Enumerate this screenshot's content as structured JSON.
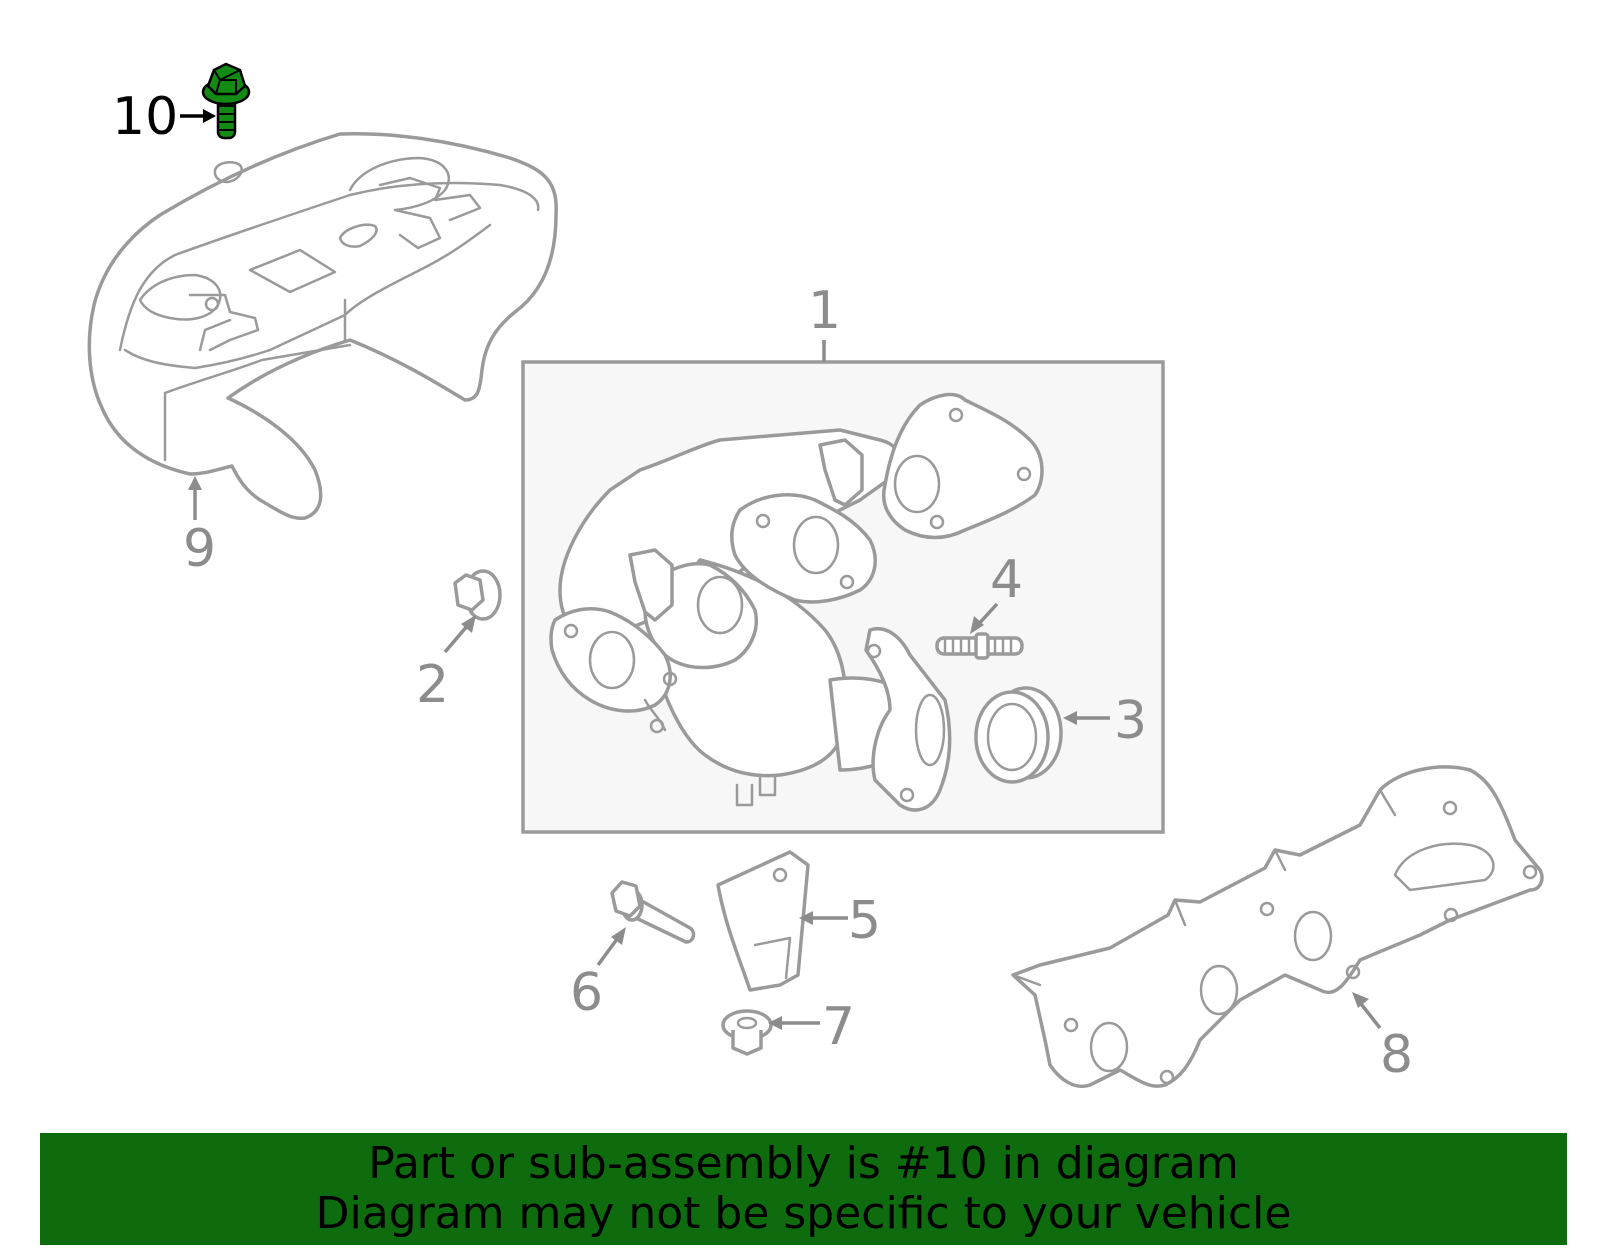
{
  "diagram": {
    "callouts": [
      {
        "id": "1",
        "text": "1"
      },
      {
        "id": "2",
        "text": "2"
      },
      {
        "id": "3",
        "text": "3"
      },
      {
        "id": "4",
        "text": "4"
      },
      {
        "id": "5",
        "text": "5"
      },
      {
        "id": "6",
        "text": "6"
      },
      {
        "id": "7",
        "text": "7"
      },
      {
        "id": "8",
        "text": "8"
      },
      {
        "id": "9",
        "text": "9"
      },
      {
        "id": "10",
        "text": "10"
      }
    ],
    "highlighted_part": "10",
    "highlight_color": "#0e6b0e",
    "parts": [
      {
        "callout": "1",
        "icon": "exhaust-manifold-catalytic-converter-icon"
      },
      {
        "callout": "2",
        "icon": "flange-nut-icon"
      },
      {
        "callout": "3",
        "icon": "gasket-ring-icon"
      },
      {
        "callout": "4",
        "icon": "stud-icon"
      },
      {
        "callout": "5",
        "icon": "bracket-icon"
      },
      {
        "callout": "6",
        "icon": "flange-bolt-icon"
      },
      {
        "callout": "7",
        "icon": "flange-nut-icon"
      },
      {
        "callout": "8",
        "icon": "manifold-gasket-icon"
      },
      {
        "callout": "9",
        "icon": "heat-shield-icon"
      },
      {
        "callout": "10",
        "icon": "bolt-icon"
      }
    ]
  },
  "banner": {
    "line1": "Part or sub-assembly is #10 in diagram",
    "line2": "Diagram may not be specific to your vehicle"
  }
}
